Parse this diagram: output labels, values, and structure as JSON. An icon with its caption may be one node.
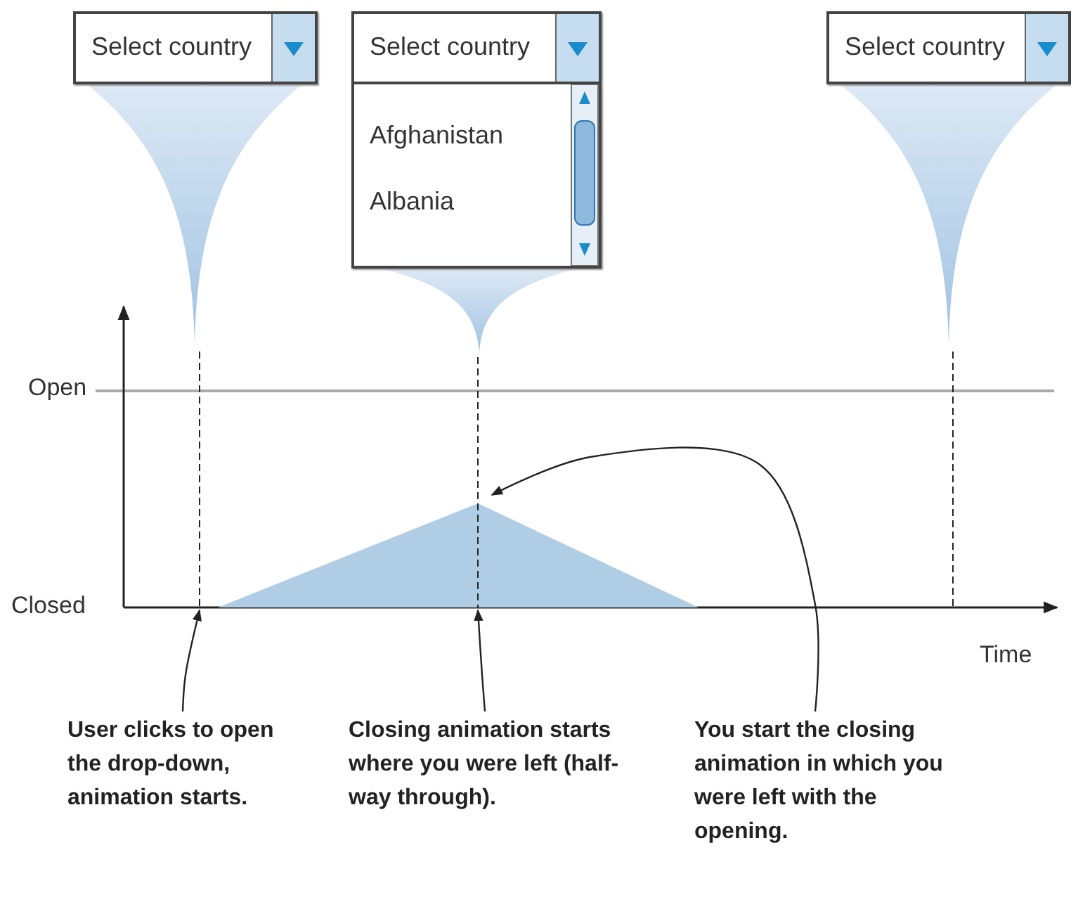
{
  "diagram": {
    "nodes": [
      {
        "text": [
          "Select country"
        ]
      },
      {
        "text": [
          "Select country"
        ]
      },
      {
        "text": [
          "Afghanistan",
          "Albania"
        ]
      },
      {
        "text": [
          "Select country"
        ]
      },
      {
        "text": [
          "User clicks to open the drop-down, animation starts."
        ]
      },
      {
        "text": [
          "Closing animation starts where you were left (half-way through)."
        ]
      },
      {
        "text": [
          "You start the closing animation in which you were left with the opening."
        ]
      },
      {
        "text": [],
        "shape": "triangle"
      },
      {
        "text": [],
        "shape": "funnel"
      },
      {
        "text": [],
        "shape": "funnel"
      },
      {
        "text": [],
        "shape": "funnel"
      },
      {
        "text": [],
        "shape": "line"
      },
      {
        "text": [],
        "shape": "line"
      },
      {
        "text": [],
        "shape": "line"
      }
    ],
    "edges": [
      {
        "from": 4,
        "to": 11,
        "arrow": "to"
      },
      {
        "from": 5,
        "to": 12,
        "arrow": "to"
      },
      {
        "from": 6,
        "to": 7,
        "arrow": "to"
      }
    ],
    "labels": [
      "Open",
      "Closed",
      "Time"
    ]
  }
}
